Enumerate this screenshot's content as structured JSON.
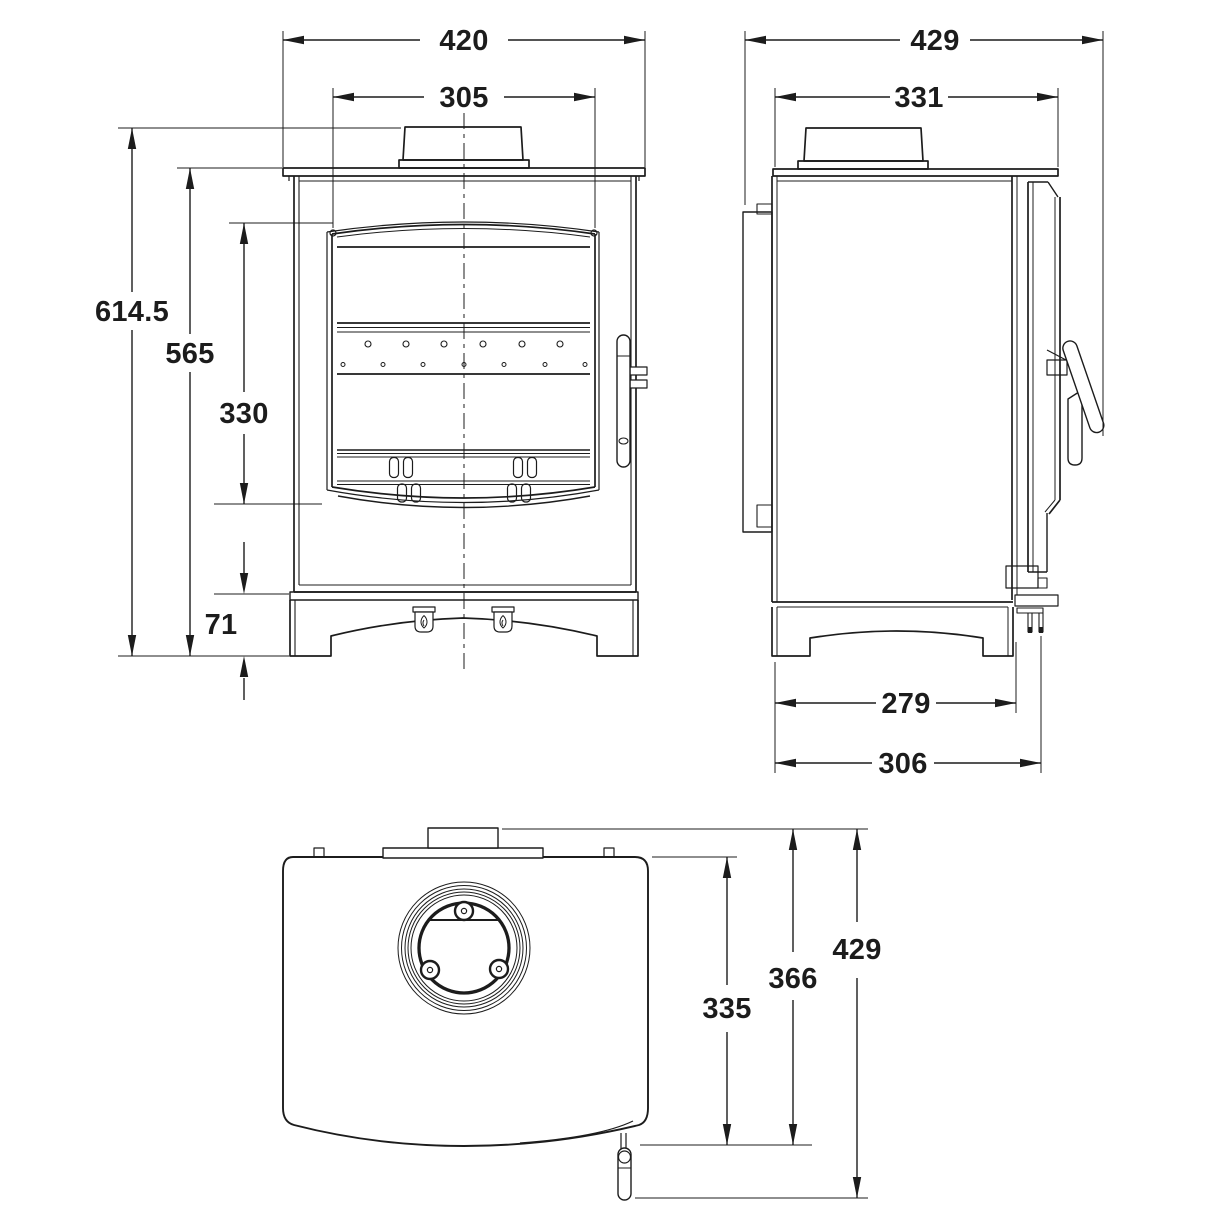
{
  "colors": {
    "line": "#1c1c1c",
    "text": "#1c1c1c",
    "background": "#ffffff"
  },
  "front_view": {
    "width_overall_mm": "420",
    "door_width_mm": "305",
    "height_overall_mm": "614.5",
    "body_height_mm": "565",
    "door_height_mm": "330",
    "base_height_mm": "71"
  },
  "side_view": {
    "depth_overall_mm": "429",
    "top_plate_depth_mm": "331",
    "base_inner_depth_mm": "279",
    "base_depth_mm": "306"
  },
  "top_view": {
    "body_depth_mm": "335",
    "depth_with_collar_mm": "366",
    "depth_overall_mm": "429"
  }
}
